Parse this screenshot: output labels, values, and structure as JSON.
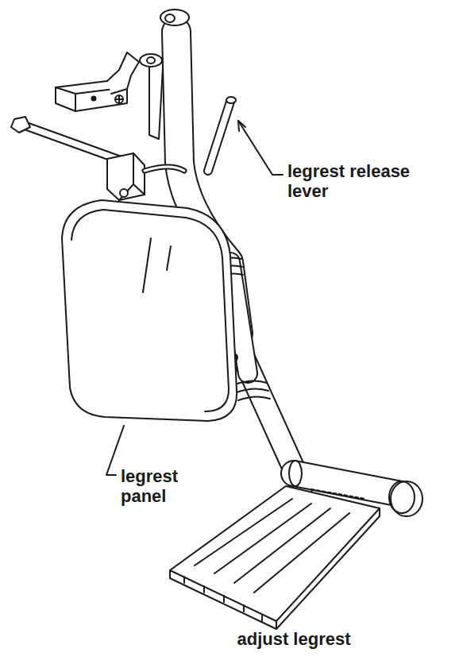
{
  "diagram": {
    "caption": "adjust legrest",
    "labels": [
      "legrest release lever",
      "legrest panel"
    ]
  }
}
